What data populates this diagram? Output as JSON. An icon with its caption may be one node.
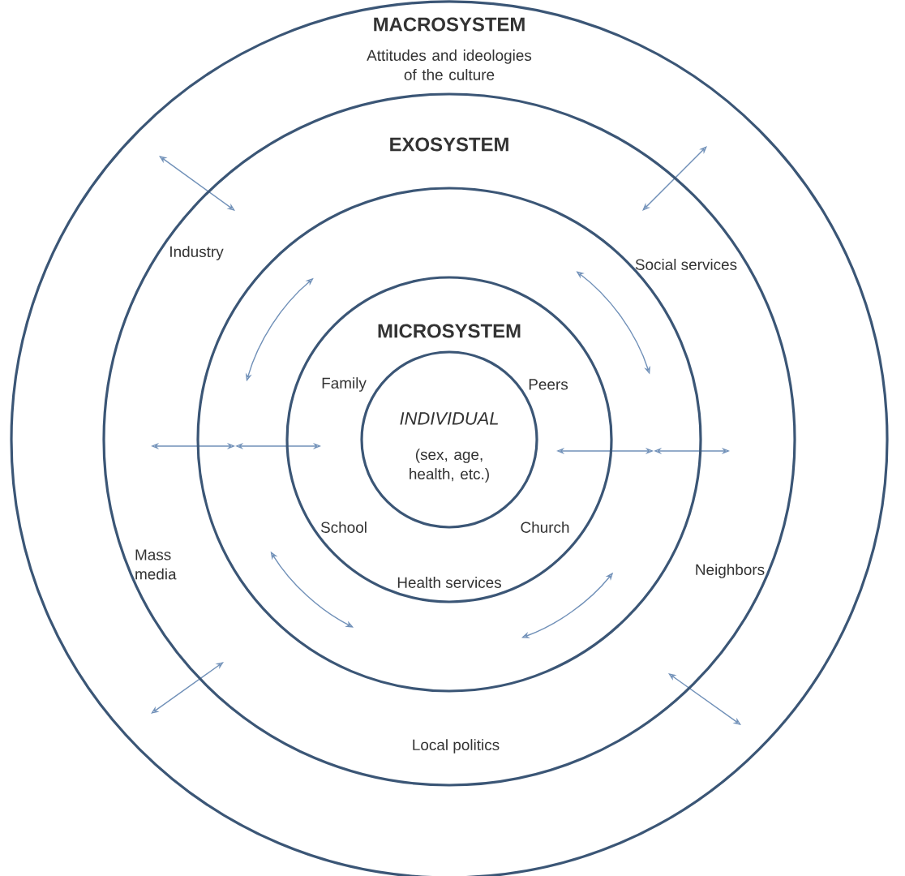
{
  "diagram": {
    "nodes": [
      {
        "text": [
          "MACROSYSTEM",
          "Attitudes and ideologies of the culture"
        ]
      },
      {
        "text": [
          "EXOSYSTEM"
        ],
        "in": 0
      },
      {
        "text": [],
        "shape": "circle",
        "in": 1
      },
      {
        "text": [
          "MICROSYSTEM"
        ],
        "in": 2
      },
      {
        "text": [
          "INDIVIDUAL",
          "(sex, age, health, etc.)"
        ],
        "in": 3
      }
    ],
    "edges": [],
    "labels": [
      "Industry",
      "Social services",
      "Family",
      "Peers",
      "School",
      "Church",
      "Mass media",
      "Neighbors",
      "Health services",
      "Local politics"
    ]
  }
}
